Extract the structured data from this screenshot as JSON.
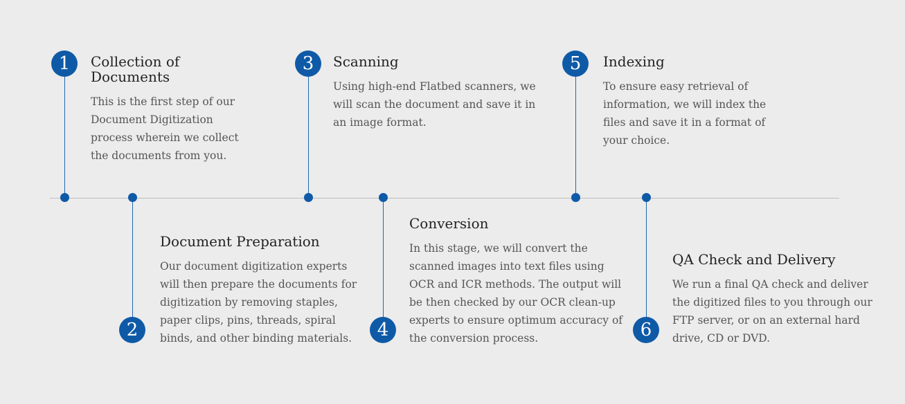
{
  "steps": [
    {
      "number": "1",
      "title": "Collection of Documents",
      "description": "This is the first step of our Document Digitization process wherein we collect the documents from you."
    },
    {
      "number": "2",
      "title": "Document Preparation",
      "description": "Our document digitization experts will then prepare the documents for digitization by removing staples, paper clips, pins, threads, spiral binds, and other binding materials."
    },
    {
      "number": "3",
      "title": "Scanning",
      "description": "Using high-end Flatbed scanners, we will scan the document and save it in an image format."
    },
    {
      "number": "4",
      "title": "Conversion",
      "description": "In this stage, we will convert the scanned images into text files using OCR and ICR methods. The output will be then checked by our OCR clean-up experts to ensure optimum accuracy of the conversion process."
    },
    {
      "number": "5",
      "title": "Indexing",
      "description": "To ensure easy retrieval of information, we will index the files and save it in a format of your choice."
    },
    {
      "number": "6",
      "title": "QA Check and Delivery",
      "description": "We run a final QA check and deliver the digitized files to you through our FTP server, or on an external hard drive, CD or DVD."
    }
  ],
  "colors": {
    "accent": "#0f5aa7",
    "axis": "#bdbdbd",
    "background": "#ececec"
  }
}
